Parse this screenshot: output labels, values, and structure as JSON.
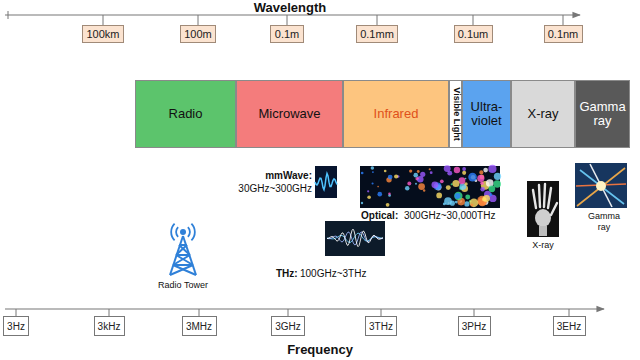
{
  "diagram": {
    "nodes": [
      {
        "text": [
          "100km"
        ]
      },
      {
        "text": [
          "100m"
        ]
      },
      {
        "text": [
          "0.1m"
        ]
      },
      {
        "text": [
          "0.1mm"
        ]
      },
      {
        "text": [
          "0.1um"
        ]
      },
      {
        "text": [
          "0.1nm"
        ]
      },
      {
        "text": [
          "Radio"
        ]
      },
      {
        "text": [
          "Microwave"
        ]
      },
      {
        "text": [
          "Infrared"
        ]
      },
      {
        "text": [
          "Visible Light"
        ]
      },
      {
        "text": [
          "Ultra-violet"
        ]
      },
      {
        "text": [
          "X-ray"
        ]
      },
      {
        "text": [
          "Gamma ray"
        ]
      },
      {
        "text": [
          "3Hz"
        ]
      },
      {
        "text": [
          "3kHz"
        ]
      },
      {
        "text": [
          "3MHz"
        ]
      },
      {
        "text": [
          "3GHz"
        ]
      },
      {
        "text": [
          "3THz"
        ]
      },
      {
        "text": [
          "3PHz"
        ]
      },
      {
        "text": [
          "3EHz"
        ]
      }
    ],
    "labels": [
      "Wavelength",
      "mmWave:",
      "30GHz~300GHz",
      "Optical:",
      "300GHz~30,000THz",
      "THz:",
      "100GHz~3THz",
      "X-ray",
      "Gamma ray",
      "Radio Tower",
      "Frequency"
    ]
  }
}
